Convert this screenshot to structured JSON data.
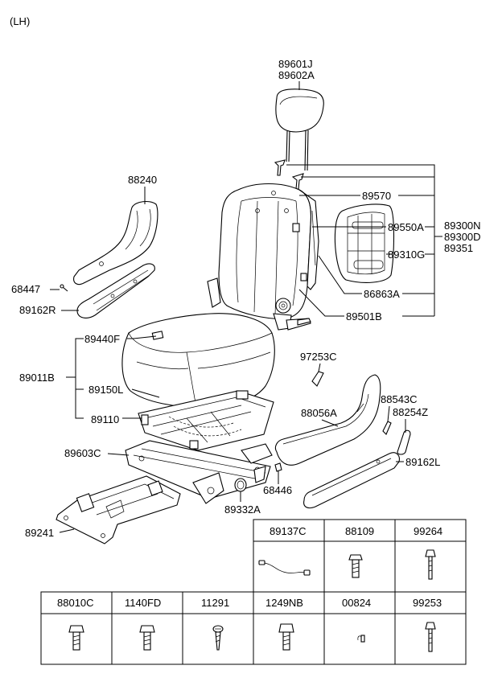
{
  "variant": "(LH)",
  "labels": {
    "headrest": "89601J\n89602A",
    "headrest_1": "89601J",
    "headrest_2": "89602A",
    "l88240": "88240",
    "l89570": "89570",
    "l89550A": "89550A",
    "l89300N": "89300N",
    "l89300D": "89300D",
    "l89351": "89351",
    "l89310G": "89310G",
    "l86863A": "86863A",
    "l68447": "68447",
    "l89162R": "89162R",
    "l89501B": "89501B",
    "l89440F": "89440F",
    "l97253C": "97253C",
    "l89011B": "89011B",
    "l89150L": "89150L",
    "l88543C": "88543C",
    "l88056A": "88056A",
    "l88254Z": "88254Z",
    "l89110": "89110",
    "l89603C": "89603C",
    "l89162L": "89162L",
    "l68446": "68446",
    "l89332A": "89332A",
    "l89241": "89241"
  },
  "fastener_table": {
    "top_row": [
      "89137C",
      "88109",
      "99264"
    ],
    "bottom_row": [
      "88010C",
      "1140FD",
      "11291",
      "1249NB",
      "00824",
      "99253"
    ]
  }
}
